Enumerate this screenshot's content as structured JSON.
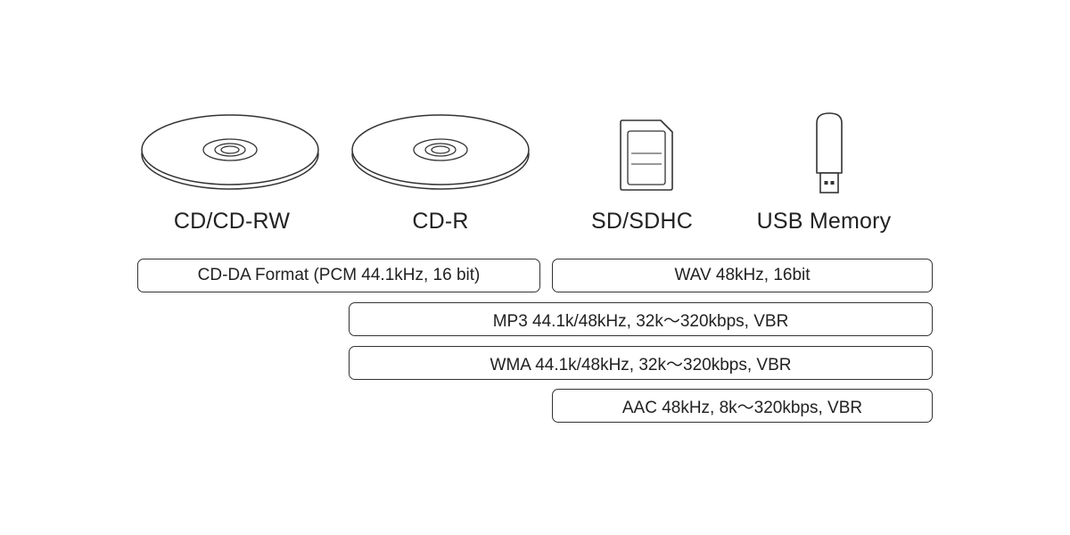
{
  "media": [
    {
      "id": "cd-rw",
      "label": "CD/CD-RW",
      "icon": "disc-icon"
    },
    {
      "id": "cd-r",
      "label": "CD-R",
      "icon": "disc-icon"
    },
    {
      "id": "sd",
      "label": "SD/SDHC",
      "icon": "sd-card-icon"
    },
    {
      "id": "usb",
      "label": "USB Memory",
      "icon": "usb-stick-icon"
    }
  ],
  "formats": [
    {
      "id": "cdda",
      "label": "CD-DA Format (PCM  44.1kHz,  16 bit)"
    },
    {
      "id": "wav",
      "label": "WAV   48kHz,  16bit"
    },
    {
      "id": "mp3",
      "label": "MP3   44.1k/48kHz, 32k～320kbps, VBR"
    },
    {
      "id": "wma",
      "label": "WMA  44.1k/48kHz, 32k～320kbps, VBR"
    },
    {
      "id": "aac",
      "label": "AAC   48kHz, 8k～320kbps, VBR"
    }
  ],
  "colors": {
    "line": "#333333",
    "text": "#222222",
    "background": "#ffffff"
  }
}
